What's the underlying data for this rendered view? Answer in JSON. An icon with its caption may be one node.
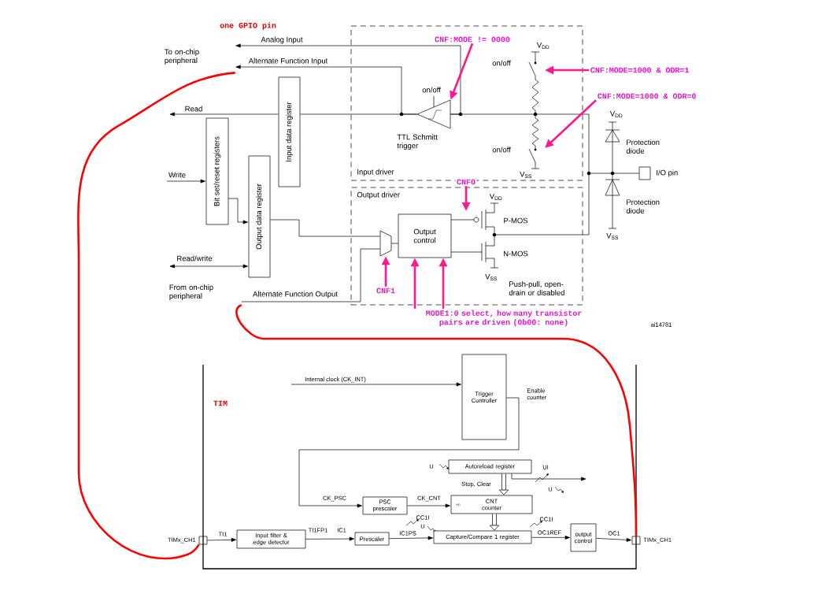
{
  "diagram": {
    "nodes": [
      {
        "text": [
          "Input driver"
        ]
      },
      {
        "text": [
          "Output driver"
        ]
      },
      {
        "text": [
          "Input data register"
        ]
      },
      {
        "text": [
          "Bit set/reset registers"
        ]
      },
      {
        "text": [
          "Output data register"
        ]
      },
      {
        "text": [],
        "shape": "triangle",
        "in": 0,
        "beside": [
          "on/off",
          "TTL Schmitt trigger"
        ]
      },
      {
        "text": [
          "Output control"
        ],
        "in": 1
      },
      {
        "text": [],
        "shape": "trapezoid",
        "in": 1
      },
      {
        "text": [
          "CNF:MODE != 0000"
        ],
        "in": 0
      },
      {
        "text": [
          "To on-chip peripheral"
        ]
      },
      {
        "text": [
          "From on-chip peripheral"
        ]
      },
      {
        "text": [
          "CNF:MODE=1000 & ODR=1"
        ]
      },
      {
        "text": [
          "CNF:MODE=1000 & ODR=0"
        ]
      },
      {
        "text": [
          "CNF0"
        ]
      },
      {
        "text": [
          "CNF1"
        ],
        "in": 1
      },
      {
        "text": [
          "MODE1:0 select, how many transistor pairs are driven (0b00: none)"
        ]
      },
      {
        "text": [
          "TIM"
        ]
      },
      {
        "text": [
          "Trigger Controller"
        ],
        "in": 16,
        "beside": [
          "Enable counter"
        ]
      },
      {
        "text": [
          "Autoreload register"
        ],
        "in": 16
      },
      {
        "text": [
          "PSC prescaler"
        ],
        "in": 16
      },
      {
        "text": [
          "+/-",
          "CNT counter"
        ],
        "in": 16
      },
      {
        "text": [
          "Input filter & edge detector"
        ],
        "in": 16
      },
      {
        "text": [
          "Prescaler"
        ],
        "in": 16
      },
      {
        "text": [
          "Capture/Compare 1 register"
        ],
        "in": 16
      },
      {
        "text": [
          "output control"
        ],
        "in": 16
      },
      {
        "text": [],
        "shape": "box",
        "beside": [
          "TIMx_CH1"
        ]
      },
      {
        "text": [],
        "shape": "box",
        "beside": [
          "TIMx_CH1"
        ]
      },
      {
        "text": [],
        "shape": "box",
        "beside": [
          "I/O pin"
        ]
      }
    ],
    "edges": [
      {
        "from": 5,
        "to": 9,
        "arrow": "to",
        "label": "Analog Input"
      },
      {
        "from": 5,
        "to": 9,
        "arrow": "to",
        "label": "Alternate Function Input"
      },
      {
        "from": 5,
        "to": 2,
        "arrow": "none"
      },
      {
        "from": 2,
        "to": null,
        "arrow": "to",
        "label": "Read"
      },
      {
        "from": null,
        "to": 3,
        "arrow": "to",
        "label": "Write"
      },
      {
        "from": 3,
        "to": 4,
        "arrow": "to"
      },
      {
        "from": 10,
        "to": 4,
        "arrow": "both",
        "label": "Read/write"
      },
      {
        "from": 4,
        "to": 7,
        "arrow": "none"
      },
      {
        "from": 10,
        "to": 7,
        "arrow": "none",
        "label": "Alternate Function Output"
      },
      {
        "from": 7,
        "to": 6,
        "arrow": "none"
      },
      {
        "from": 8,
        "to": 5,
        "arrow": "to",
        "style": "thick",
        "color": "#ff1a8c"
      },
      {
        "from": 11,
        "to": null,
        "arrow": "to",
        "style": "thick",
        "color": "#ff1a8c"
      },
      {
        "from": 12,
        "to": null,
        "arrow": "to",
        "style": "thick",
        "color": "#ff1a8c"
      },
      {
        "from": 13,
        "to": null,
        "arrow": "to",
        "style": "thick",
        "color": "#ff1a8c"
      },
      {
        "from": 14,
        "to": 7,
        "arrow": "to",
        "style": "thick",
        "color": "#ff1a8c"
      },
      {
        "from": 15,
        "to": 6,
        "arrow": "to",
        "style": "thick",
        "color": "#ff1a8c"
      },
      {
        "from": 15,
        "to": 6,
        "arrow": "to",
        "style": "thick",
        "color": "#ff1a8c"
      },
      {
        "from": 9,
        "to": 25,
        "arrow": "none",
        "style": "thick",
        "color": "#ff0000"
      },
      {
        "from": 10,
        "to": 26,
        "arrow": "none",
        "style": "thick",
        "color": "#ff0000"
      },
      {
        "from": null,
        "to": 17,
        "arrow": "to",
        "label": "Internal clock (CK_INT)"
      },
      {
        "from": 17,
        "to": 19,
        "arrow": "to",
        "label": "CK_PSC"
      },
      {
        "from": 19,
        "to": 20,
        "arrow": "to",
        "label": "CK_CNT"
      },
      {
        "from": 18,
        "to": 20,
        "arrow": "to",
        "style": "thick"
      },
      {
        "from": 20,
        "to": 23,
        "arrow": "to",
        "style": "thick"
      },
      {
        "from": 25,
        "to": 21,
        "arrow": "to",
        "label": "TI1"
      },
      {
        "from": 21,
        "to": 22,
        "arrow": "to",
        "label": "TI1FP1"
      },
      {
        "from": 22,
        "to": 23,
        "arrow": "to",
        "label": "IC1PS"
      },
      {
        "from": 23,
        "to": 24,
        "arrow": "to",
        "label": "OC1REF"
      },
      {
        "from": 24,
        "to": 26,
        "arrow": "to",
        "label": "OC1"
      },
      {
        "from": 18,
        "to": null,
        "arrow": "to"
      },
      {
        "from": null,
        "to": 27,
        "arrow": "none"
      }
    ],
    "labels": [
      "one GPIO pin",
      "V$_{DD}$",
      "on/off",
      "on/off",
      "V$_{SS}$",
      "V$_{DD}$",
      "P-MOS",
      "N-MOS",
      "V$_{SS}$",
      "V$_{DD}$",
      "Protection diode",
      "Protection diode",
      "V$_{SS}$",
      "Push-pull, open-drain or disabled",
      "ai14781",
      "U",
      "Stop, Clear",
      "UI",
      "U",
      "IC1",
      "CC1I",
      "U",
      "CC1I"
    ]
  }
}
